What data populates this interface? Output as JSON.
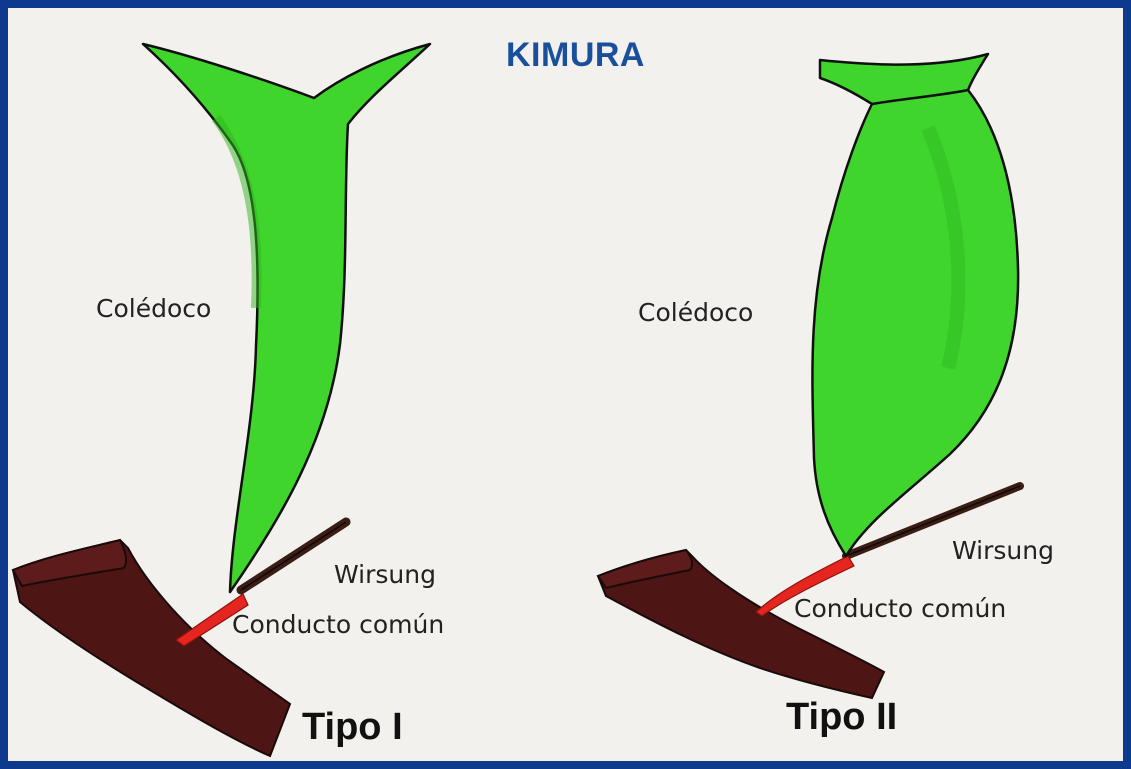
{
  "title": "KIMURA",
  "type_i": {
    "coledoco_label": "Colédoco",
    "wirsung_label": "Wirsung",
    "common_duct_label": "Conducto común",
    "type_label": "Tipo I"
  },
  "type_ii": {
    "coledoco_label": "Colédoco",
    "wirsung_label": "Wirsung",
    "common_duct_label": "Conducto común",
    "type_label": "Tipo II"
  },
  "colors": {
    "frame": "#0d3a8c",
    "title": "#1a4f9c",
    "bile_duct": "#3fd52c",
    "duodenum": "#4e1515",
    "common_duct": "#e5251e",
    "wirsung_duct": "#3a1d14"
  }
}
